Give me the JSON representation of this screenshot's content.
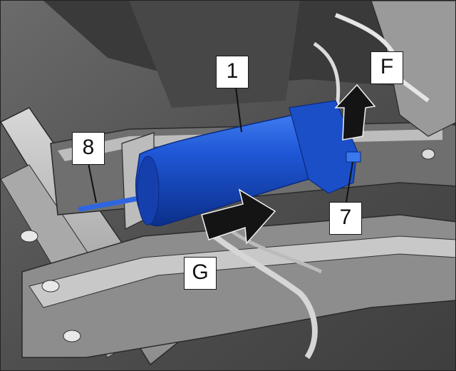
{
  "figure": {
    "background_color": "#5a5a5a",
    "component_color": "#1f57d6",
    "arrow_color": "#141414"
  },
  "callouts": {
    "part_1": "1",
    "part_7": "7",
    "part_8": "8",
    "direction_f": "F",
    "direction_g": "G"
  }
}
